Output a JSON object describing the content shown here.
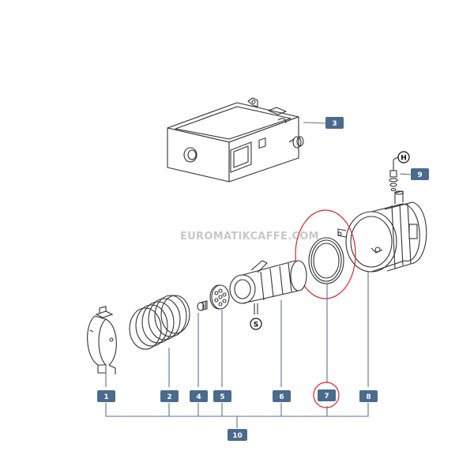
{
  "diagram": {
    "watermark": "EUROMATIKCAFFE.COM",
    "colors": {
      "badge": "#4a6a8e",
      "line": "#5a7393",
      "drawing": "#333333",
      "highlight": "#d9262b",
      "watermark": "#c8c8c8"
    },
    "callouts": {
      "c1": "1",
      "c2": "2",
      "c3": "3",
      "c4": "4",
      "c5": "5",
      "c6": "6",
      "c7": "7",
      "c8": "8",
      "c9": "9",
      "c10": "10"
    },
    "markers": {
      "h": "H",
      "s": "S"
    },
    "highlighted_part": "7"
  }
}
